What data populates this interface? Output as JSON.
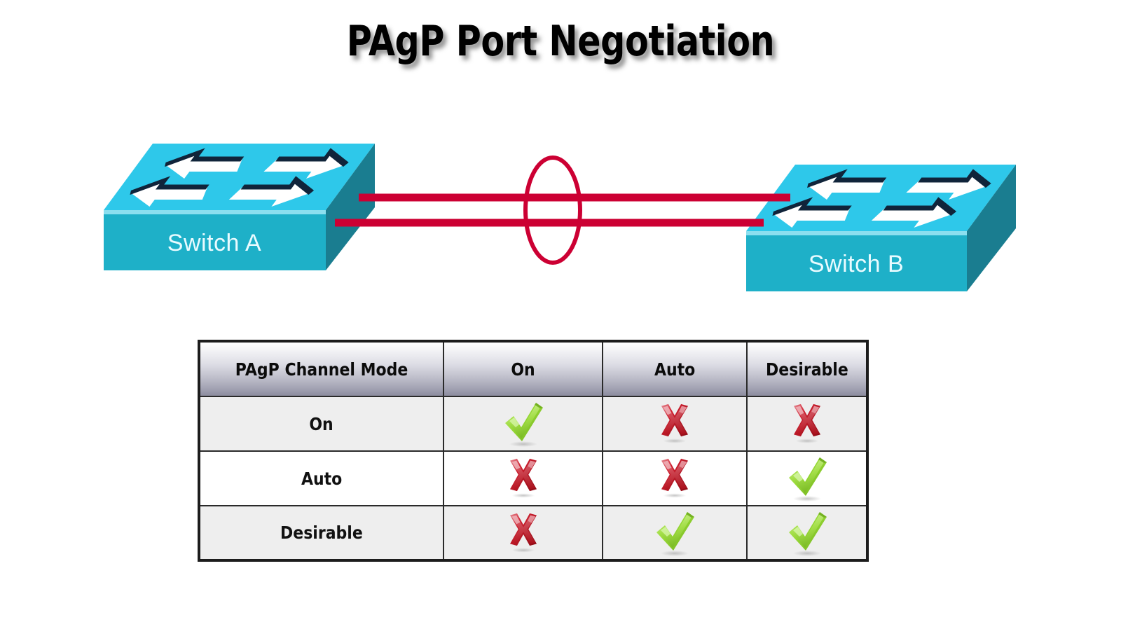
{
  "page": {
    "title": "PAgP Port Negotiation",
    "background_color": "#ffffff"
  },
  "diagram": {
    "switch_a": {
      "label": "Switch A"
    },
    "switch_b": {
      "label": "Switch B"
    },
    "link": {
      "name": "etherchannel-bundle",
      "line_count": 2,
      "line_color": "#cc0033",
      "bundle_marker": "ellipse"
    },
    "colors": {
      "switch_top": "#2ec8ea",
      "switch_front": "#1eb0c8",
      "switch_side": "#1a7d90",
      "arrow_fill": "#ffffff",
      "arrow_outline": "#10243a",
      "link_red": "#cc0033"
    }
  },
  "table": {
    "name": "pagp-channel-mode-matrix",
    "headers": [
      "PAgP Channel Mode",
      "On",
      "Auto",
      "Desirable"
    ],
    "rows": [
      {
        "mode": "On",
        "results": [
          "check",
          "cross",
          "cross"
        ]
      },
      {
        "mode": "Auto",
        "results": [
          "cross",
          "cross",
          "check"
        ]
      },
      {
        "mode": "Desirable",
        "results": [
          "cross",
          "check",
          "check"
        ]
      }
    ],
    "mark_colors": {
      "check": "#8dd22b",
      "check_light": "#b6e86a",
      "check_dark": "#5f9c18",
      "cross": "#c4121f",
      "cross_light": "#e0707a",
      "cross_dark": "#8c0a14"
    }
  }
}
